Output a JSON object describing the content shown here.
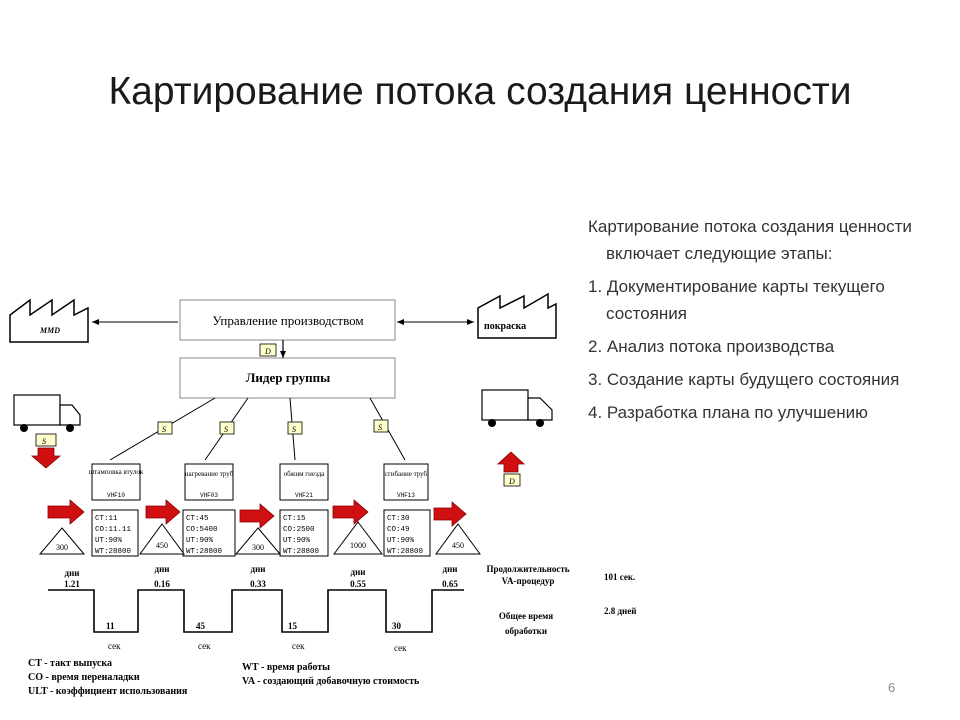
{
  "title": "Картирование потока создания ценности",
  "side": {
    "intro": "Картирование потока создания ценности включает следующие этапы:",
    "items": [
      "1. Документирование карты текущего состояния",
      "2. Анализ потока производства",
      "3. Создание карты будущего состояния",
      "4. Разработка плана по улучшению"
    ]
  },
  "page_number": "6",
  "diagram": {
    "supplier": "MMD",
    "customer": "покраска",
    "control": "Управление производством",
    "leader": "Лидер группы",
    "d_label": "D",
    "s_label": "S",
    "processes": [
      {
        "name": "штамповка втулок",
        "id": "VHF10",
        "ct": "CT:11",
        "co": "CO:11.11",
        "ut": "UT:90%",
        "wt": "WT:28800",
        "inv": "300",
        "days": "1.21",
        "sec": "11"
      },
      {
        "name": "нагревание труб",
        "id": "VHF03",
        "ct": "CT:45",
        "co": "CO:5400",
        "ut": "UT:90%",
        "wt": "WT:28800",
        "inv": "450",
        "days": "0.16",
        "sec": "45"
      },
      {
        "name": "обжим гнезда",
        "id": "VHF21",
        "ct": "CT:15",
        "co": "CO:2500",
        "ut": "UT:90%",
        "wt": "WT:28800",
        "inv": "300",
        "days": "0.33",
        "sec": "15"
      },
      {
        "name": "сгибание труб",
        "id": "VHF13",
        "ct": "CT:30",
        "co": "CO:49",
        "ut": "UT:90%",
        "wt": "WT:28800",
        "inv": "1000",
        "days": "0.55",
        "sec": "30"
      }
    ],
    "last_inv": "450",
    "last_days": "0.65",
    "days_label": "дни",
    "sec_label": "сек",
    "summary": {
      "duration_label_1": "Продолжительность",
      "duration_label_2": "VA-процедур",
      "duration_value": "101 сек.",
      "total_label_1": "Общее время",
      "total_label_2": "обработки",
      "total_value": "2.8 дней"
    },
    "legend": {
      "ct": "CT - такт выпуска",
      "co": "CO - время переналадки",
      "ult": "ULT - коэффициент использования",
      "wt": "WT - время работы",
      "va": "VA - создающий добавочную стоимость"
    }
  }
}
